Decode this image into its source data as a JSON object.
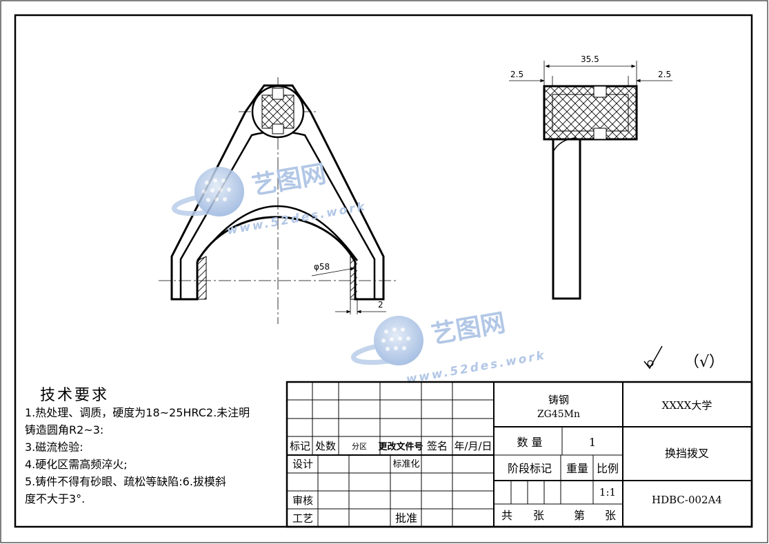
{
  "drawing": {
    "dims": {
      "width_top": "35.5",
      "offset_left": "2.5",
      "offset_right": "2.5",
      "bore_dia": "φ58",
      "leg_thickness": "2"
    },
    "roughness_paren": "（√）",
    "watermark": {
      "brand": "艺图网",
      "url": "www.52des.work"
    }
  },
  "notes": {
    "title": "技术要求",
    "lines": [
      "1.热处理、调质，硬度为18~25HRC2.未注明",
      "铸造圆角R2~3:",
      "3.磁流检验:",
      "4.硬化区需高频淬火;",
      "5.铸件不得有砂眼、疏松等缺陷:6.拔模斜",
      "度不大于3°."
    ]
  },
  "title_block": {
    "material_name": "铸钢",
    "material_grade": "ZG45Mn",
    "school": "XXXX大学",
    "part_name": "换挡拨叉",
    "drawing_no": "HDBC-002A4",
    "quantity_label": "数 量",
    "quantity_value": "1",
    "stage_label": "阶段标记",
    "weight_label": "重量",
    "scale_label": "比例",
    "scale_value": "1:1",
    "total_label": "共",
    "sheet_label_1": "张",
    "page_label": "第",
    "sheet_label_2": "张",
    "rev": {
      "mark": "标记",
      "count": "处数",
      "zone": "分区",
      "doc_no": "更改文件号",
      "sign": "签名",
      "date": "年/月/日"
    },
    "design": "设计",
    "standard": "标准化",
    "review": "审核",
    "process": "工艺",
    "approve": "批准"
  }
}
